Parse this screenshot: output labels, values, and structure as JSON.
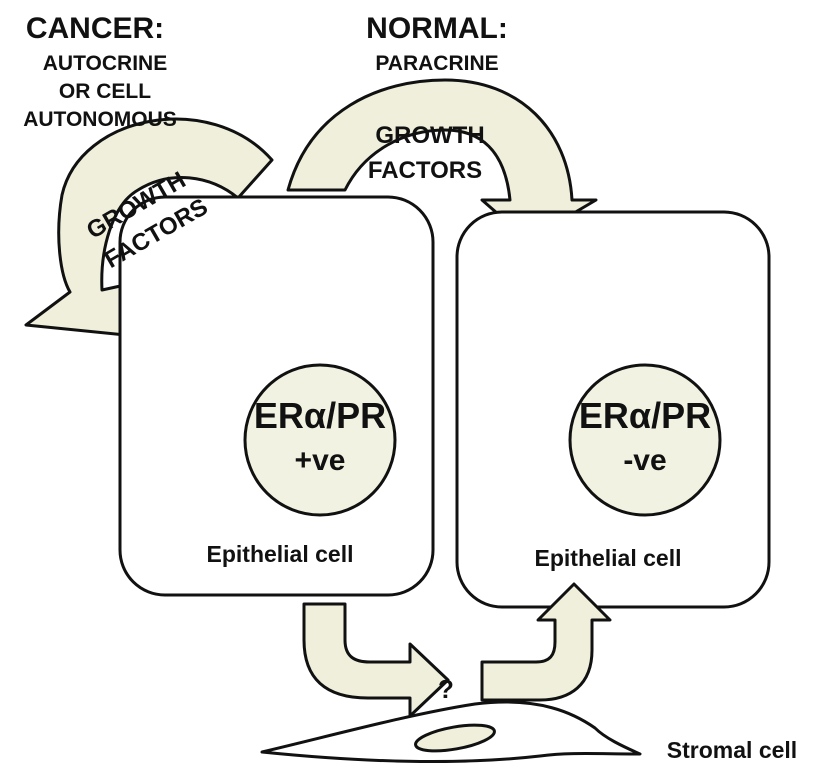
{
  "cancer": {
    "title": "CANCER:",
    "line1": "AUTOCRINE",
    "line2": "OR CELL",
    "line3": "AUTONOMOUS",
    "arrow_line1": "GROWTH",
    "arrow_line2": "FACTORS"
  },
  "normal": {
    "title": "NORMAL:",
    "line1": "PARACRINE",
    "arrow_line1": "GROWTH",
    "arrow_line2": "FACTORS"
  },
  "left_cell": {
    "receptor": "ERα/PR",
    "status": "+ve",
    "label": "Epithelial cell"
  },
  "right_cell": {
    "receptor": "ERα/PR",
    "status": "-ve",
    "label": "Epithelial cell"
  },
  "question": "?",
  "stromal_label": "Stromal cell",
  "colors": {
    "arrow_fill": "#efefdc",
    "stroke": "#111111",
    "nucleus_fill": "#f2f2e2"
  }
}
